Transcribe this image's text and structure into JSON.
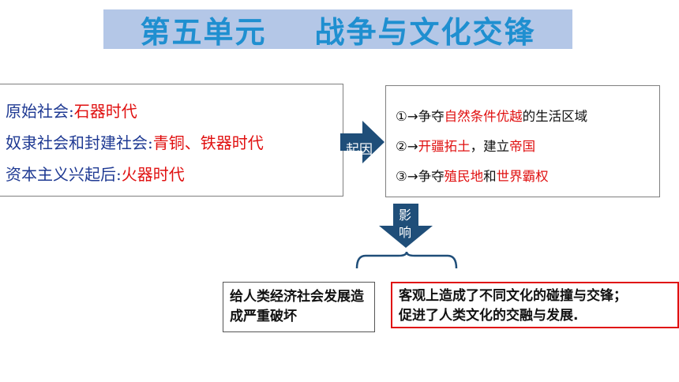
{
  "title": "第五单元    战争与文化交锋",
  "eras": [
    {
      "label": "原始社会:",
      "value": "石器时代"
    },
    {
      "label": "奴隶社会和封建社会:",
      "value": "青铜、铁器时代"
    },
    {
      "label": "资本主义兴起后:",
      "value": "火器时代"
    }
  ],
  "arrow_cause_label": "起因",
  "causes": [
    {
      "prefix": "①→争夺",
      "hl": "自然条件优越",
      "suffix": "的生活区域",
      "hl2": "",
      "suffix2": ""
    },
    {
      "prefix": "②→",
      "hl": "开疆拓土",
      "suffix": "，建立",
      "hl2": "帝国",
      "suffix2": ""
    },
    {
      "prefix": "③→争夺",
      "hl": "殖民地",
      "suffix": "和",
      "hl2": "世界霸权",
      "suffix2": ""
    }
  ],
  "arrow_effect_label": "影响",
  "effect_negative": "给人类经济社会发展造成严重破坏",
  "effect_positive_1": "客观上造成了不同文化的碰撞与交锋；",
  "effect_positive_2": "促进了人类文化的交融与发展."
}
